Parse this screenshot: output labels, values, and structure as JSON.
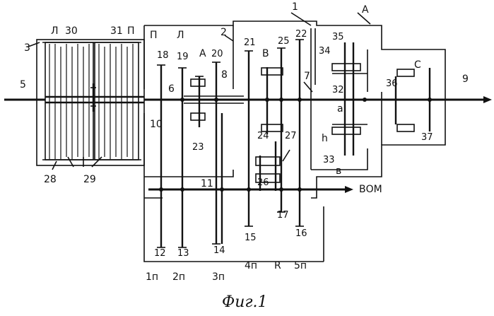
{
  "caption": "Фиг.1",
  "arrow_label": "ВОМ",
  "labels": {
    "n1": "1",
    "n2": "2",
    "n3": "3",
    "n5": "5",
    "n6": "6",
    "n7": "7",
    "n8": "8",
    "n9": "9",
    "n10": "10",
    "n11": "11",
    "n12": "12",
    "n13": "13",
    "n14": "14",
    "n15": "15",
    "n16": "16",
    "n17": "17",
    "n18": "18",
    "n19": "19",
    "n20": "20",
    "n21": "21",
    "n22": "22",
    "n23": "23",
    "n24": "24",
    "n25": "25",
    "n26": "26",
    "n27": "27",
    "n28": "28",
    "n29": "29",
    "n30": "30",
    "n31": "31",
    "n32": "32",
    "n33": "33",
    "n34": "34",
    "n35": "35",
    "n36": "36",
    "n37": "37",
    "L_left": "Л",
    "P_left": "П",
    "P_top": "П",
    "L_top": "Л",
    "A_gear": "А",
    "A_top": "А",
    "B_gear": "В",
    "C_gear": "С",
    "b_lower": "в",
    "a_low": "а",
    "h_low": "h"
  },
  "gear_ranges": [
    "1п",
    "2п",
    "3п",
    "4п",
    "R",
    "5п"
  ]
}
